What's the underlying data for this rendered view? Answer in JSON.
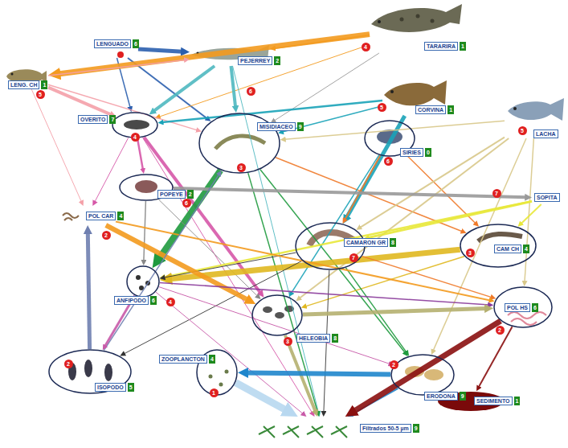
{
  "diagram": {
    "nodes": [
      {
        "text": [
          "LENGUADO",
          "6"
        ]
      },
      {
        "text": [
          "TARARIRA",
          "1"
        ]
      },
      {
        "text": [
          "PEJERREY",
          "2"
        ]
      },
      {
        "text": [
          "LENG. CH",
          "1"
        ]
      },
      {
        "text": [
          "CORVINA",
          "1"
        ]
      },
      {
        "text": [
          "OVERITO",
          "7"
        ]
      },
      {
        "text": [
          "MISIDIACEO",
          "9"
        ]
      },
      {
        "text": [
          "SIRIES",
          "0"
        ]
      },
      {
        "text": [
          "LACHA"
        ]
      },
      {
        "text": [
          "POPEYE",
          "2"
        ]
      },
      {
        "text": [
          "SOPITA"
        ]
      },
      {
        "text": [
          "POL CAR",
          "4"
        ]
      },
      {
        "text": [
          "CAMARON GR",
          "8"
        ]
      },
      {
        "text": [
          "CAM CH",
          "4"
        ]
      },
      {
        "text": [
          "ANFIPODO",
          "6"
        ]
      },
      {
        "text": [
          "HELEOBIA",
          "8"
        ]
      },
      {
        "text": [
          "POL HS",
          "6"
        ]
      },
      {
        "text": [
          "ZOOPLANCTON",
          "4"
        ]
      },
      {
        "text": [
          "ISOPODO",
          "5"
        ]
      },
      {
        "text": [
          "ERODONA",
          "9"
        ]
      },
      {
        "text": [
          "SEDIMENTO",
          "1"
        ]
      },
      {
        "text": [
          "Filtrados 50-5 µm",
          "9"
        ]
      }
    ],
    "edges": [
      {
        "from": 0,
        "to": 2,
        "arrow": "to"
      },
      {
        "from": 0,
        "to": 5,
        "arrow": "to"
      },
      {
        "from": 0,
        "to": 6,
        "arrow": "to"
      },
      {
        "from": 1,
        "to": 3,
        "arrow": "to"
      },
      {
        "from": 1,
        "to": 2,
        "arrow": "to"
      },
      {
        "from": 1,
        "to": 5,
        "arrow": "to"
      },
      {
        "from": 1,
        "to": 6,
        "arrow": "to"
      },
      {
        "from": 3,
        "to": 5,
        "arrow": "to"
      },
      {
        "from": 3,
        "to": 2,
        "arrow": "to"
      },
      {
        "from": 3,
        "to": 11,
        "arrow": "to"
      },
      {
        "from": 3,
        "to": 6,
        "arrow": "to"
      },
      {
        "from": 2,
        "to": 5,
        "arrow": "to"
      },
      {
        "from": 2,
        "to": 6,
        "arrow": "to"
      },
      {
        "from": 2,
        "to": 21,
        "arrow": "to"
      },
      {
        "from": 4,
        "to": 5,
        "arrow": "to"
      },
      {
        "from": 4,
        "to": 12,
        "arrow": "to"
      },
      {
        "from": 4,
        "to": 6,
        "arrow": "to"
      },
      {
        "from": 5,
        "to": 9,
        "arrow": "to"
      },
      {
        "from": 5,
        "to": 15,
        "arrow": "to"
      },
      {
        "from": 5,
        "to": 11,
        "arrow": "to"
      },
      {
        "from": 5,
        "to": 21,
        "arrow": "to"
      },
      {
        "from": 6,
        "to": 14,
        "arrow": "to"
      },
      {
        "from": 6,
        "to": 19,
        "arrow": "to"
      },
      {
        "from": 6,
        "to": 21,
        "arrow": "to"
      },
      {
        "from": 6,
        "to": 13,
        "arrow": "to"
      },
      {
        "from": 7,
        "to": 12,
        "arrow": "to"
      },
      {
        "from": 7,
        "to": 13,
        "arrow": "to"
      },
      {
        "from": 7,
        "to": 15,
        "arrow": "to"
      },
      {
        "from": 8,
        "to": 6,
        "arrow": "to"
      },
      {
        "from": 8,
        "to": 12,
        "arrow": "to"
      },
      {
        "from": 8,
        "to": 19,
        "arrow": "to"
      },
      {
        "from": 8,
        "to": 16,
        "arrow": "to"
      },
      {
        "from": 8,
        "to": 15,
        "arrow": "to"
      },
      {
        "from": 9,
        "to": 10,
        "arrow": "to"
      },
      {
        "from": 9,
        "to": 14,
        "arrow": "to"
      },
      {
        "from": 9,
        "to": 15,
        "arrow": "to"
      },
      {
        "from": 10,
        "to": 14,
        "arrow": "to"
      },
      {
        "from": 10,
        "to": 12,
        "arrow": "to"
      },
      {
        "from": 10,
        "to": 13,
        "arrow": "to"
      },
      {
        "from": 13,
        "to": 14,
        "arrow": "to"
      },
      {
        "from": 13,
        "to": 15,
        "arrow": "to"
      },
      {
        "from": 12,
        "to": 14,
        "arrow": "to"
      },
      {
        "from": 12,
        "to": 19,
        "arrow": "to"
      },
      {
        "from": 12,
        "to": 21,
        "arrow": "to"
      },
      {
        "from": 12,
        "to": 18,
        "arrow": "to"
      },
      {
        "from": 12,
        "to": 16,
        "arrow": "to"
      },
      {
        "from": 11,
        "to": 15,
        "arrow": "to"
      },
      {
        "from": 11,
        "to": 16,
        "arrow": "to"
      },
      {
        "from": 18,
        "to": 11,
        "arrow": "to"
      },
      {
        "from": 18,
        "to": 6,
        "arrow": "to"
      },
      {
        "from": 14,
        "to": 18,
        "arrow": "to"
      },
      {
        "from": 14,
        "to": 16,
        "arrow": "to"
      },
      {
        "from": 14,
        "to": 19,
        "arrow": "to"
      },
      {
        "from": 14,
        "to": 21,
        "arrow": "to"
      },
      {
        "from": 15,
        "to": 16,
        "arrow": "to"
      },
      {
        "from": 15,
        "to": 21,
        "arrow": "to"
      },
      {
        "from": 19,
        "to": 17,
        "arrow": "to"
      },
      {
        "from": 19,
        "to": 21,
        "arrow": "to"
      },
      {
        "from": 16,
        "to": 20,
        "arrow": "to"
      },
      {
        "from": 16,
        "to": 21,
        "arrow": "to"
      },
      {
        "from": 17,
        "to": 21,
        "arrow": "to"
      }
    ],
    "labels": [
      "4",
      "5",
      "6",
      "5",
      "5",
      "4",
      "3",
      "6",
      "6",
      "7",
      "7",
      "3",
      "2",
      "4",
      "3",
      "2",
      "2",
      "2",
      "1"
    ]
  }
}
